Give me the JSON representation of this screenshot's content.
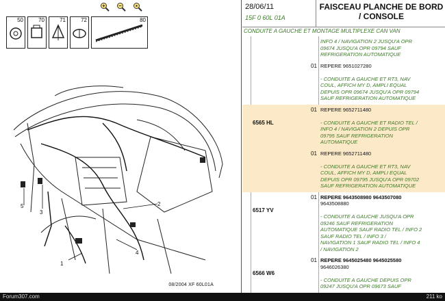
{
  "diagram": {
    "toolbar": [
      {
        "icon": "zoom-in-icon"
      },
      {
        "icon": "zoom-out-icon"
      },
      {
        "icon": "zoom-reset-icon"
      }
    ],
    "parts": [
      "50",
      "70",
      "71",
      "72",
      "80"
    ],
    "callouts": [
      "1",
      "2",
      "3",
      "4",
      "5"
    ],
    "caption": "08/2004  XF 60L01A"
  },
  "header": {
    "date": "28/06/11",
    "code": "15F 0 60L 01A",
    "title": "FAISCEAU PLANCHE DE BORD / CONSOLE"
  },
  "section_title": "CONDUITE A GAUCHE ET MONTAGE MULTIPLEXE CAN VAN",
  "entries": [
    {
      "ref": "",
      "qty": "",
      "highlight": false,
      "lines": [
        {
          "text": "INFO 4 / NAVIGATION 2 JUSQU'A OPR",
          "style": "green"
        },
        {
          "text": "09674 JUSQU'A OPR 09794 SAUF",
          "style": "green"
        },
        {
          "text": "REFRIGERATION AUTOMATIQUE",
          "style": "green"
        }
      ]
    },
    {
      "ref": "",
      "qty": "01",
      "highlight": false,
      "lines": [
        {
          "text": "REPERE 9651027280",
          "style": "plain"
        },
        {
          "text": "",
          "style": "plain"
        },
        {
          "text": "- CONDUITE A GAUCHE ET RT3, NAV",
          "style": "green"
        },
        {
          "text": "COUL, AFFICH MY D, AMPLI EQUAL",
          "style": "green"
        },
        {
          "text": "DEPUIS OPR 09674 JUSQU'A OPR 09794",
          "style": "green"
        },
        {
          "text": "SAUF REFRIGERATION AUTOMATIQUE",
          "style": "green"
        }
      ]
    },
    {
      "ref": "6565 HL",
      "qty": "01",
      "highlight": true,
      "lines": [
        {
          "text": "REPERE 9652711480",
          "style": "plain"
        },
        {
          "text": "",
          "style": "plain"
        },
        {
          "text": "- CONDUITE A GAUCHE ET RADIO TEL /",
          "style": "green"
        },
        {
          "text": "INFO 4 / NAVIGATION 2 DEPUIS OPR",
          "style": "green"
        },
        {
          "text": "09795 SAUF REFRIGERATION",
          "style": "green"
        },
        {
          "text": "AUTOMATIQUE",
          "style": "green"
        }
      ]
    },
    {
      "ref": "",
      "qty": "01",
      "highlight": true,
      "lines": [
        {
          "text": "REPERE 9652711480",
          "style": "plain"
        },
        {
          "text": "",
          "style": "plain"
        },
        {
          "text": "- CONDUITE A GAUCHE ET RT3, NAV",
          "style": "green"
        },
        {
          "text": "COUL, AFFICH MY D, AMPLI EQUAL",
          "style": "green"
        },
        {
          "text": "DEPUIS OPR 09795 JUSQU'A OPR 09702",
          "style": "green"
        },
        {
          "text": "SAUF REFRIGERATION AUTOMATIQUE",
          "style": "green"
        }
      ]
    },
    {
      "ref": "6517 YV",
      "qty": "01",
      "highlight": false,
      "lines": [
        {
          "text": "REPERE 9643508980 9643507080",
          "style": "bold"
        },
        {
          "text": "9643508880",
          "style": "plain"
        },
        {
          "text": "",
          "style": "plain"
        },
        {
          "text": "- CONDUITE A GAUCHE JUSQU'A OPR",
          "style": "green"
        },
        {
          "text": "09246 SAUF REFRIGERATION",
          "style": "green"
        },
        {
          "text": "AUTOMATIQUE SAUF RADIO TEL / INFO 2",
          "style": "green"
        },
        {
          "text": "SAUF RADIO TEL / INFO 3 /",
          "style": "green"
        },
        {
          "text": "NAVIGATION 1 SAUF RADIO TEL / INFO 4",
          "style": "green"
        },
        {
          "text": "/ NAVIGATION 2",
          "style": "green"
        }
      ]
    },
    {
      "ref": "6566 W6",
      "qty": "01",
      "highlight": false,
      "lines": [
        {
          "text": "REPERE 9645025480 9645025580",
          "style": "bold"
        },
        {
          "text": "9646026380",
          "style": "plain"
        },
        {
          "text": "",
          "style": "plain"
        },
        {
          "text": "- CONDUITE A GAUCHE DEPUIS OPR",
          "style": "green"
        },
        {
          "text": "09247 JUSQU'A OPR 09673 SAUF",
          "style": "green"
        }
      ]
    }
  ],
  "statusbar": {
    "left": "Forum307.com",
    "right": "211 ko"
  }
}
